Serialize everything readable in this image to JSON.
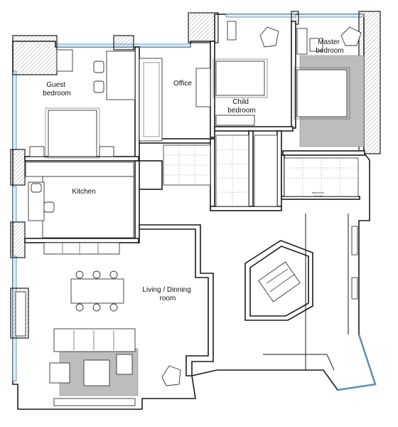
{
  "rooms": {
    "guest_bedroom": "Guest\nbedroom",
    "office": "Office",
    "child_bedroom": "Child\nbedroom",
    "master_bedroom": "Master\nbedroom",
    "kitchen": "Kitchen",
    "living_dining": "Living / Dinning\nroom",
    "bathroom_small": "bathroom",
    "bathroom_area": "4.7 m²"
  },
  "colors": {
    "wall": "#1a1a1a",
    "rug": "#bdbdbd",
    "glass": "#dcefff"
  }
}
